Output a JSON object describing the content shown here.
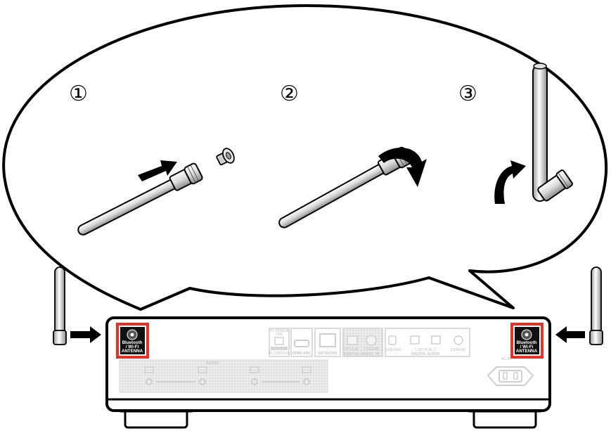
{
  "steps": [
    {
      "number": "①"
    },
    {
      "number": "②"
    },
    {
      "number": "③"
    }
  ],
  "antenna_port": {
    "line1": "Bluetooth",
    "line2": "/ Wi-Fi",
    "line3": "ANTENNA",
    "highlight_color": "#e8302a"
  },
  "rear_panel": {
    "to_renew_fw_1": "TO RENEW",
    "to_renew_fw_2": "F/W",
    "ir_control": "IR CONTROL",
    "service": "SERVICE",
    "hdmi_arc": "HDMI ARC",
    "network": "NETWORK",
    "optical": "OPTICAL",
    "coaxial": "COAXIAL",
    "digital_audio_in": "DIGITAL AUDIO",
    "in_tag": "IN",
    "usb_dac": "USB-DAC",
    "optical_1": "1  OPTICAL  2",
    "coaxial_2": "COAXIAL",
    "digital_audio_out": "DIGITAL AUDIO",
    "audio": "AUDIO",
    "ac_in": "AC IN"
  }
}
